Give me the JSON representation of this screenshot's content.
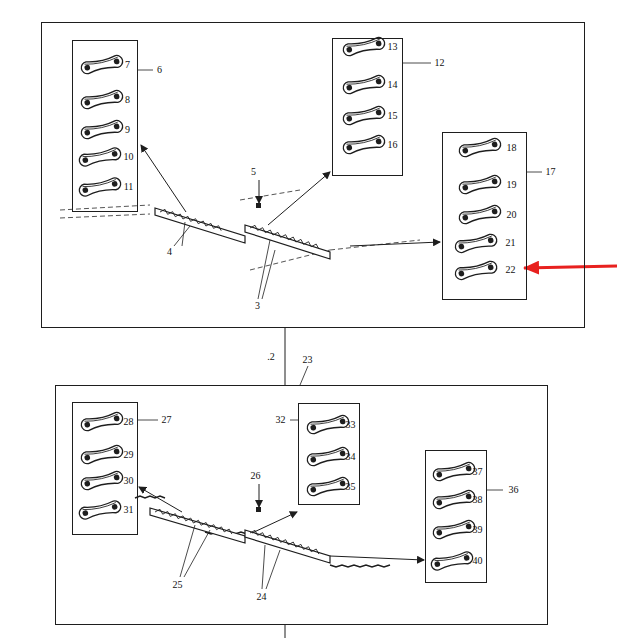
{
  "diagram": {
    "nodes": [
      {
        "text": [
          "5",
          "4",
          "3"
        ]
      },
      {
        "text": [
          "6",
          "7",
          "8",
          "9",
          "10",
          "11"
        ],
        "in": 0
      },
      {
        "text": [
          "12",
          "13",
          "14",
          "15",
          "16"
        ],
        "in": 0
      },
      {
        "text": [
          "17",
          "18",
          "19",
          "20",
          "21",
          "22"
        ],
        "in": 0
      },
      {
        "text": [
          "23",
          "26",
          "25",
          "24"
        ]
      },
      {
        "text": [
          "27",
          "28",
          "29",
          "30",
          "31"
        ],
        "in": 4
      },
      {
        "text": [
          "32",
          "33",
          "34",
          "35"
        ],
        "in": 4
      },
      {
        "text": [
          "36",
          "37",
          "38",
          "39",
          "40"
        ],
        "in": 4
      }
    ],
    "edges": [
      {
        "from": 0,
        "to": 4,
        "arrow": "none",
        "label": ".2"
      }
    ]
  }
}
